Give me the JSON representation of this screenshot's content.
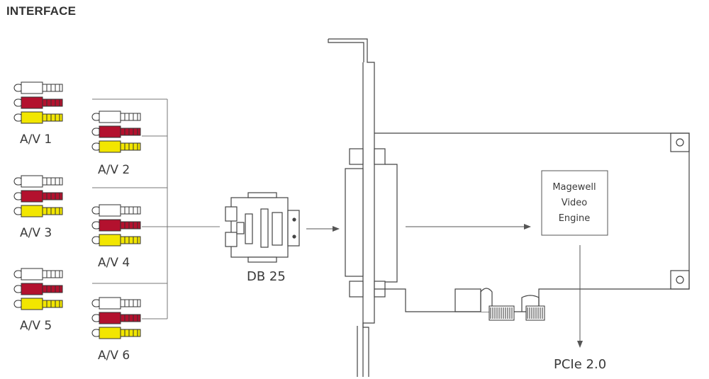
{
  "title": "INTERFACE",
  "inputs": [
    {
      "label": "A/V 1"
    },
    {
      "label": "A/V 2"
    },
    {
      "label": "A/V 3"
    },
    {
      "label": "A/V 4"
    },
    {
      "label": "A/V 5"
    },
    {
      "label": "A/V 6"
    }
  ],
  "connector": {
    "label": "DB 25"
  },
  "engine": {
    "line1": "Magewell",
    "line2": "Video",
    "line3": "Engine"
  },
  "bus": {
    "label": "PCIe 2.0"
  },
  "colors": {
    "plug_white": "#ffffff",
    "plug_red": "#b3112e",
    "plug_yellow": "#f2e600",
    "line": "#555555",
    "text": "#3a3a3a"
  }
}
